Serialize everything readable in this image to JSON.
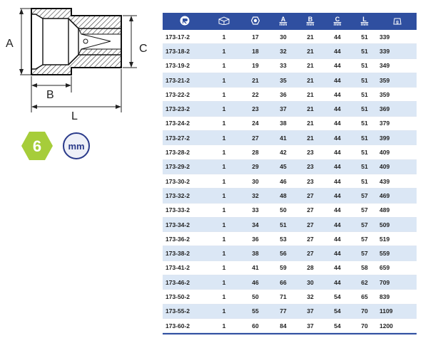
{
  "drawing": {
    "labels": {
      "a": "A",
      "b": "B",
      "c": "C",
      "l": "L"
    }
  },
  "badges": {
    "hex_value": "6",
    "hex_color": "#a6cd3a",
    "unit_label": "mm",
    "unit_color": "#2a3a8a"
  },
  "table": {
    "header_color": "#2f4fa0",
    "stripe_color": "#dbe7f5",
    "header_icons": [
      "brand-logo-icon",
      "package-box-icon",
      "hexagon-icon",
      "",
      "",
      "",
      "",
      "weight-icon"
    ],
    "headers": {
      "a": "A",
      "b": "B",
      "c": "C",
      "l": "L",
      "unit": "mm",
      "weight": "g"
    },
    "rows": [
      [
        "173-17-2",
        "1",
        "17",
        "30",
        "21",
        "44",
        "51",
        "339"
      ],
      [
        "173-18-2",
        "1",
        "18",
        "32",
        "21",
        "44",
        "51",
        "339"
      ],
      [
        "173-19-2",
        "1",
        "19",
        "33",
        "21",
        "44",
        "51",
        "349"
      ],
      [
        "173-21-2",
        "1",
        "21",
        "35",
        "21",
        "44",
        "51",
        "359"
      ],
      [
        "173-22-2",
        "1",
        "22",
        "36",
        "21",
        "44",
        "51",
        "359"
      ],
      [
        "173-23-2",
        "1",
        "23",
        "37",
        "21",
        "44",
        "51",
        "369"
      ],
      [
        "173-24-2",
        "1",
        "24",
        "38",
        "21",
        "44",
        "51",
        "379"
      ],
      [
        "173-27-2",
        "1",
        "27",
        "41",
        "21",
        "44",
        "51",
        "399"
      ],
      [
        "173-28-2",
        "1",
        "28",
        "42",
        "23",
        "44",
        "51",
        "409"
      ],
      [
        "173-29-2",
        "1",
        "29",
        "45",
        "23",
        "44",
        "51",
        "409"
      ],
      [
        "173-30-2",
        "1",
        "30",
        "46",
        "23",
        "44",
        "51",
        "439"
      ],
      [
        "173-32-2",
        "1",
        "32",
        "48",
        "27",
        "44",
        "57",
        "469"
      ],
      [
        "173-33-2",
        "1",
        "33",
        "50",
        "27",
        "44",
        "57",
        "489"
      ],
      [
        "173-34-2",
        "1",
        "34",
        "51",
        "27",
        "44",
        "57",
        "509"
      ],
      [
        "173-36-2",
        "1",
        "36",
        "53",
        "27",
        "44",
        "57",
        "519"
      ],
      [
        "173-38-2",
        "1",
        "38",
        "56",
        "27",
        "44",
        "57",
        "559"
      ],
      [
        "173-41-2",
        "1",
        "41",
        "59",
        "28",
        "44",
        "58",
        "659"
      ],
      [
        "173-46-2",
        "1",
        "46",
        "66",
        "30",
        "44",
        "62",
        "709"
      ],
      [
        "173-50-2",
        "1",
        "50",
        "71",
        "32",
        "54",
        "65",
        "839"
      ],
      [
        "173-55-2",
        "1",
        "55",
        "77",
        "37",
        "54",
        "70",
        "1109"
      ],
      [
        "173-60-2",
        "1",
        "60",
        "84",
        "37",
        "54",
        "70",
        "1200"
      ]
    ]
  }
}
